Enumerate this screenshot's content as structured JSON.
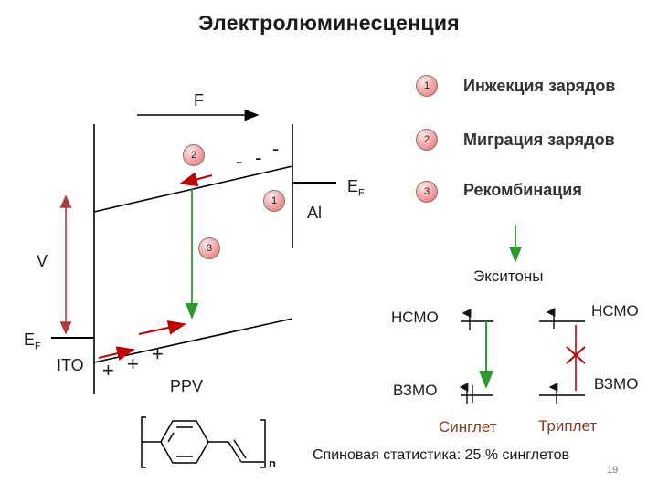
{
  "title": "Электролюминесценция",
  "steps": [
    {
      "number": "1",
      "label": "Инжекция зарядов"
    },
    {
      "number": "2",
      "label": "Миграция зарядов"
    },
    {
      "number": "3",
      "label": "Рекомбинация"
    }
  ],
  "band_diagram": {
    "field_label": "F",
    "fermi_right_main": "E",
    "fermi_right_sub": "F",
    "metal_label": "Al",
    "voltage_label": "V",
    "fermi_left_main": "E",
    "fermi_left_sub": "F",
    "anode_label": "ITO",
    "polymer_label": "PPV",
    "marker_injection": "1",
    "marker_migration": "2",
    "marker_recombination": "3",
    "electron_charges": [
      "-",
      "-",
      "-"
    ],
    "hole_charges": [
      "+",
      "+",
      "+"
    ]
  },
  "exciton_label": "Экситоны",
  "levels": {
    "homo_left": "НСМО",
    "homo_right": "НСМО",
    "lumo_left": "ВЗМО",
    "lumo_right": "ВЗМО"
  },
  "singlet_label": "Синглет",
  "triplet_label": "Триплет",
  "spin_statistics": "Спиновая статистика: 25 % синглетов",
  "polymer_repeat_index": "n",
  "page_number": "19",
  "colors": {
    "step_red": "#e06a6a",
    "arrow_red": "#c00000",
    "transition_green": "#2e9a2e",
    "voltage_arrow": "#b03a3a",
    "label_brown": "#8a3a1e"
  }
}
